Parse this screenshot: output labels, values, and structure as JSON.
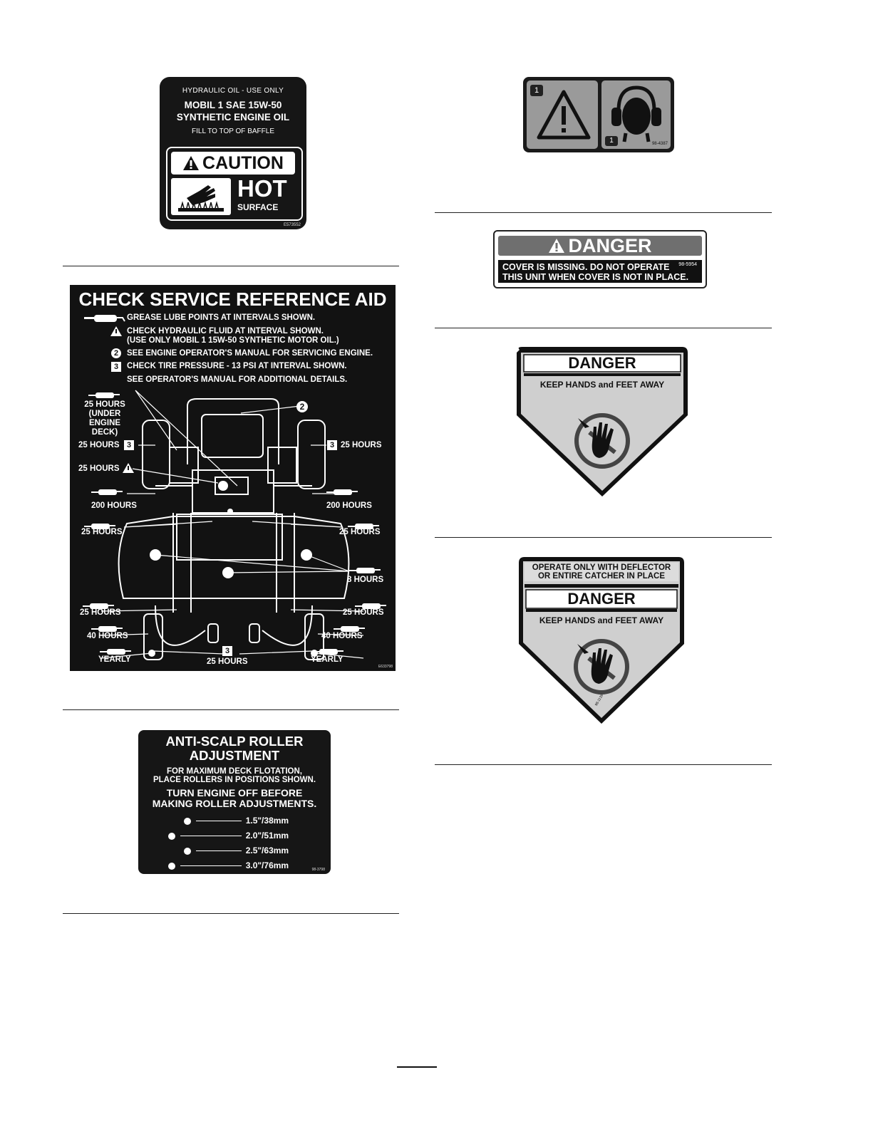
{
  "hydraulic_decal": {
    "line1": "HYDRAULIC OIL - USE ONLY",
    "line2": "MOBIL 1 SAE 15W-50",
    "line3": "SYNTHETIC ENGINE OIL",
    "line4": "FILL TO TOP OF BAFFLE",
    "caution": "CAUTION",
    "hot": "HOT",
    "surface": "SURFACE",
    "part_no": "E573552"
  },
  "service_aid": {
    "title": "CHECK SERVICE REFERENCE AID",
    "legend": [
      "GREASE LUBE POINTS AT INTERVALS SHOWN.",
      "CHECK HYDRAULIC FLUID AT INTERVAL SHOWN.",
      "(USE ONLY MOBIL 1 15W-50 SYNTHETIC MOTOR OIL.)",
      "SEE ENGINE OPERATOR'S MANUAL FOR SERVICING ENGINE.",
      "CHECK TIRE PRESSURE - 13 PSI AT INTERVAL SHOWN.",
      "SEE OPERATOR'S MANUAL FOR ADDITIONAL DETAILS."
    ],
    "labels": {
      "under_engine": "25 HOURS\n(UNDER ENGINE\nDECK)",
      "tire_left": "25 HOURS",
      "tire_right": "25 HOURS",
      "hydraulic": "25 HOURS",
      "h200_left": "200 HOURS",
      "h200_right": "200 HOURS",
      "h25_left": "25  HOURS",
      "h25_right": "25  HOURS",
      "h8": "8 HOURS",
      "h25_front_left": "25 HOURS",
      "h25_front_right": "25 HOURS",
      "h40_left": "40 HOURS",
      "h40_right": "40 HOURS",
      "yearly_left": "YEARLY",
      "yearly_right": "YEARLY",
      "front_tire": "25 HOURS"
    },
    "num2": "2",
    "num3": "3",
    "part_no": "E633798"
  },
  "anti_scalp": {
    "title1": "ANTI-SCALP ROLLER",
    "title2": "ADJUSTMENT",
    "sub1": "FOR MAXIMUM DECK FLOTATION,",
    "sub2": "PLACE ROLLERS IN POSITIONS SHOWN.",
    "warn1": "TURN ENGINE OFF BEFORE",
    "warn2": "MAKING ROLLER ADJUSTMENTS.",
    "rows": [
      "1.5\"/38mm",
      "2.0\"/51mm",
      "2.5\"/63mm",
      "3.0\"/76mm"
    ],
    "part_no": "98-3798"
  },
  "ear_decal": {
    "badge": "1",
    "badge2": "1",
    "part_no": "98-4387"
  },
  "cover_decal": {
    "danger": "DANGER",
    "line1": "COVER IS MISSING. DO NOT OPERATE",
    "line2": "THIS UNIT WHEN COVER IS NOT IN PLACE.",
    "part_no": "98-5954"
  },
  "hands_decal_1": {
    "danger": "DANGER",
    "keep": "KEEP HANDS and FEET AWAY"
  },
  "hands_decal_2": {
    "top1": "OPERATE ONLY WITH DEFLECTOR",
    "top2": "OR ENTIRE CATCHER IN PLACE",
    "danger": "DANGER",
    "keep": "KEEP HANDS and FEET AWAY",
    "part_no": "98-1139"
  }
}
